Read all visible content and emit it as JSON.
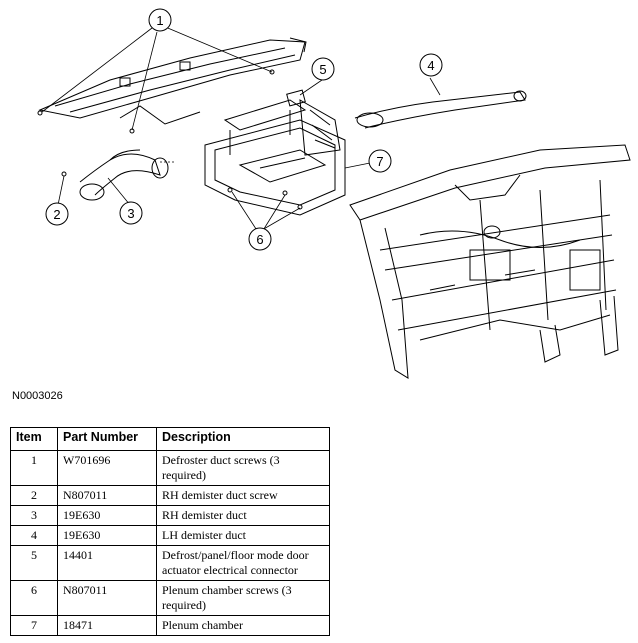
{
  "figure": {
    "id": "N0003026",
    "callouts": [
      "1",
      "2",
      "3",
      "4",
      "5",
      "6",
      "7"
    ]
  },
  "table": {
    "headers": {
      "item": "Item",
      "part_number": "Part Number",
      "description": "Description"
    },
    "rows": [
      {
        "item": "1",
        "part_number": "W701696",
        "description": "Defroster duct screws (3 required)"
      },
      {
        "item": "2",
        "part_number": "N807011",
        "description": "RH demister duct screw"
      },
      {
        "item": "3",
        "part_number": "19E630",
        "description": "RH demister duct"
      },
      {
        "item": "4",
        "part_number": "19E630",
        "description": "LH demister duct"
      },
      {
        "item": "5",
        "part_number": "14401",
        "description": "Defrost/panel/floor mode door actuator electrical connector"
      },
      {
        "item": "6",
        "part_number": "N807011",
        "description": "Plenum chamber screws (3 required)"
      },
      {
        "item": "7",
        "part_number": "18471",
        "description": "Plenum chamber"
      }
    ]
  }
}
